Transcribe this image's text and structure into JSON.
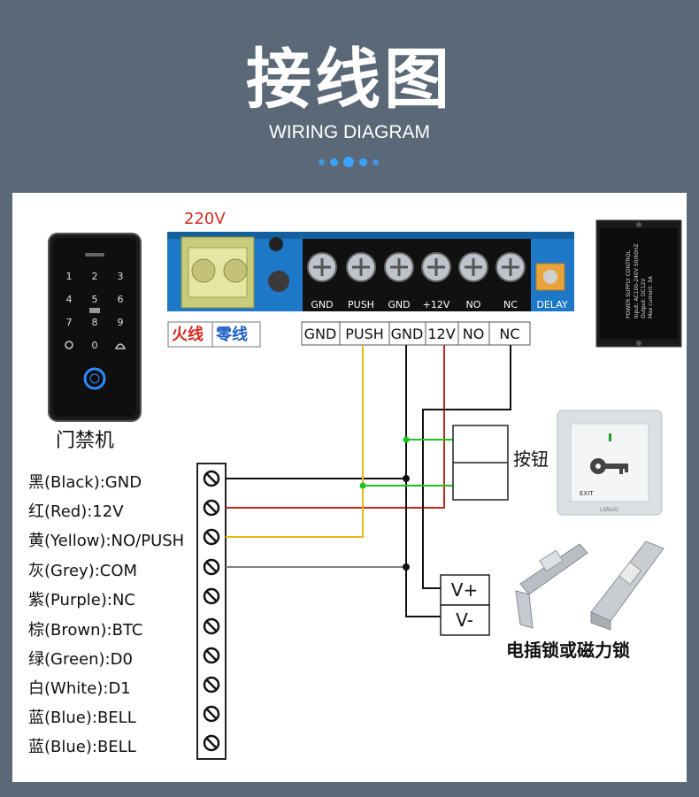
{
  "header": {
    "title": "接线图",
    "subtitle": "WIRING DIAGRAM"
  },
  "colors": {
    "background": "#5a6878",
    "accent_dot": "#3aa3ff",
    "wire_black": "#111111",
    "wire_red": "#c0281f",
    "wire_yellow": "#e8b61a",
    "wire_grey": "#808080",
    "junction_green": "#19c51e",
    "board_blue": "#1e78c8"
  },
  "power_board": {
    "voltage_label": "220V",
    "live_label": "火线",
    "neutral_label": "零线",
    "board_terminals": [
      "GND",
      "PUSH",
      "GND",
      "+12V",
      "NO",
      "NC",
      "DELAY"
    ],
    "terminal_labels": [
      "GND",
      "PUSH",
      "GND",
      "12V",
      "NO",
      "NC"
    ]
  },
  "reader": {
    "label": "门禁机",
    "keys": [
      "1",
      "2",
      "3",
      "4",
      "5",
      "6",
      "7",
      "8",
      "9",
      "0"
    ]
  },
  "wire_legend": [
    "黑(Black):GND",
    "红(Red):12V",
    "黄(Yellow):NO/PUSH",
    "灰(Grey):COM",
    "紫(Purple):NC",
    "棕(Brown):BTC",
    "绿(Green):D0",
    "白(White):D1",
    "蓝(Blue):BELL",
    "蓝(Blue):BELL"
  ],
  "button": {
    "label": "按钮",
    "exit_text": "EXIT",
    "brand": "LSNUO"
  },
  "lock": {
    "v_plus": "V+",
    "v_minus": "V-",
    "label": "电插锁或磁力锁"
  },
  "psu_box": {
    "text_lines": [
      "POWER SUPPLY CONTROL",
      "Input: AC100-240V 50/60HZ",
      "Output: DC12V",
      "Max current: 3A"
    ]
  }
}
